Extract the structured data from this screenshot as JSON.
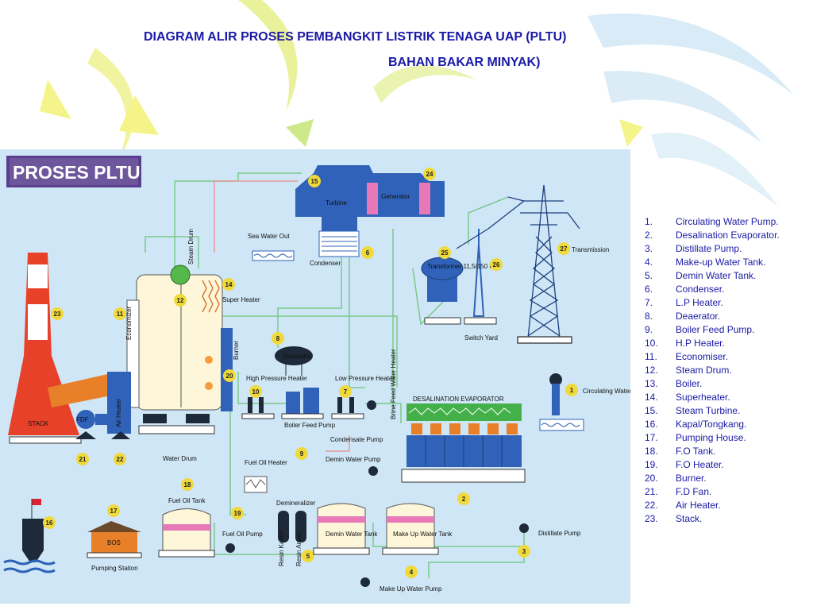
{
  "title": {
    "line1": "DIAGRAM ALIR PROSES PEMBANGKIT LISTRIK TENAGA UAP (PLTU)",
    "line2": "BAHAN BAKAR MINYAK)"
  },
  "diagram": {
    "header": "PROSES PLTU",
    "labels": {
      "turbine": "Turbine",
      "generator": "Generator",
      "condenser": "Condenser",
      "sea_water_out": "Sea Water Out",
      "transformer": "Transformer 11,5/150 KV",
      "switch_yard": "Switch Yard",
      "transmission": "Transmission",
      "steam_drum": "Steam Drum",
      "economizer": "Economizer",
      "super_heater": "Super Heater",
      "burner": "Burner",
      "deaerator": "Deaerator",
      "high_pressure_heater": "High Pressure Heater",
      "low_pressure_heater": "Low Pressure Heater",
      "boiler_feed_pump": "Boiler Feed Pump",
      "condensate_pump": "Condensate Pump",
      "brine_feed_water_heater": "Brine Feed Water Heater",
      "desalination_evaporator": "DESALINATION EVAPORATOR",
      "circulating_water_pump": "Circulating Water Pump",
      "stack": "STACK",
      "fdf": "FDF",
      "air_heater": "Air Heater",
      "water_drum": "Water Drum",
      "fuel_oil_heater": "Fuel Oil Heater",
      "fuel_oil_tank": "Fuel Oil Tank",
      "fuel_oil_pump": "Fuel Oil Pump",
      "demineralizer": "Demineralizer",
      "resin_kation": "Resin Kation",
      "resin_anion": "Resin Anion",
      "demin_water_tank": "Demin Water Tank",
      "make_up_water_tank": "Make Up Water Tank",
      "demin_water_pump": "Demin Water Pump",
      "distillate_pump": "Distillate Pump",
      "make_up_water_pump": "Make Up Water Pump",
      "bos": "BOS",
      "pumping_station": "Pumping Station"
    }
  },
  "legend": [
    {
      "num": "1.",
      "text": "Circulating Water Pump."
    },
    {
      "num": "2.",
      "text": "Desalination Evaporator."
    },
    {
      "num": "3.",
      "text": "Distillate Pump."
    },
    {
      "num": "4.",
      "text": "Make-up Water Tank."
    },
    {
      "num": "5.",
      "text": "Demin Water Tank."
    },
    {
      "num": "6.",
      "text": "Condenser."
    },
    {
      "num": "7.",
      "text": "L.P Heater."
    },
    {
      "num": "8.",
      "text": "Deaerator."
    },
    {
      "num": "9.",
      "text": "Boiler Feed Pump."
    },
    {
      "num": "10.",
      "text": "H.P Heater."
    },
    {
      "num": "11.",
      "text": "Economiser."
    },
    {
      "num": "12.",
      "text": "Steam Drum."
    },
    {
      "num": "13.",
      "text": "Boiler."
    },
    {
      "num": "14.",
      "text": "Superheater."
    },
    {
      "num": "15.",
      "text": "Steam Turbine."
    },
    {
      "num": "16.",
      "text": "Kapal/Tongkang."
    },
    {
      "num": "17.",
      "text": "Pumping House."
    },
    {
      "num": "18.",
      "text": "F.O Tank."
    },
    {
      "num": "19.",
      "text": "F.O Heater."
    },
    {
      "num": "20.",
      "text": "Burner."
    },
    {
      "num": "21.",
      "text": "F.D Fan."
    },
    {
      "num": "22.",
      "text": "Air Heater."
    },
    {
      "num": "23.",
      "text": "Stack."
    }
  ],
  "colors": {
    "title": "#1a1aa6",
    "legend_text": "#1a1aa6",
    "diagram_bg": "#cfe6f6",
    "equipment_blue": "#2f62b8",
    "stack_red": "#e8412a",
    "header_bg": "#5a3f8f",
    "deco_yellow": "#f4f48a",
    "deco_green": "#cde98a",
    "deco_blue": "#d4e8f5"
  }
}
